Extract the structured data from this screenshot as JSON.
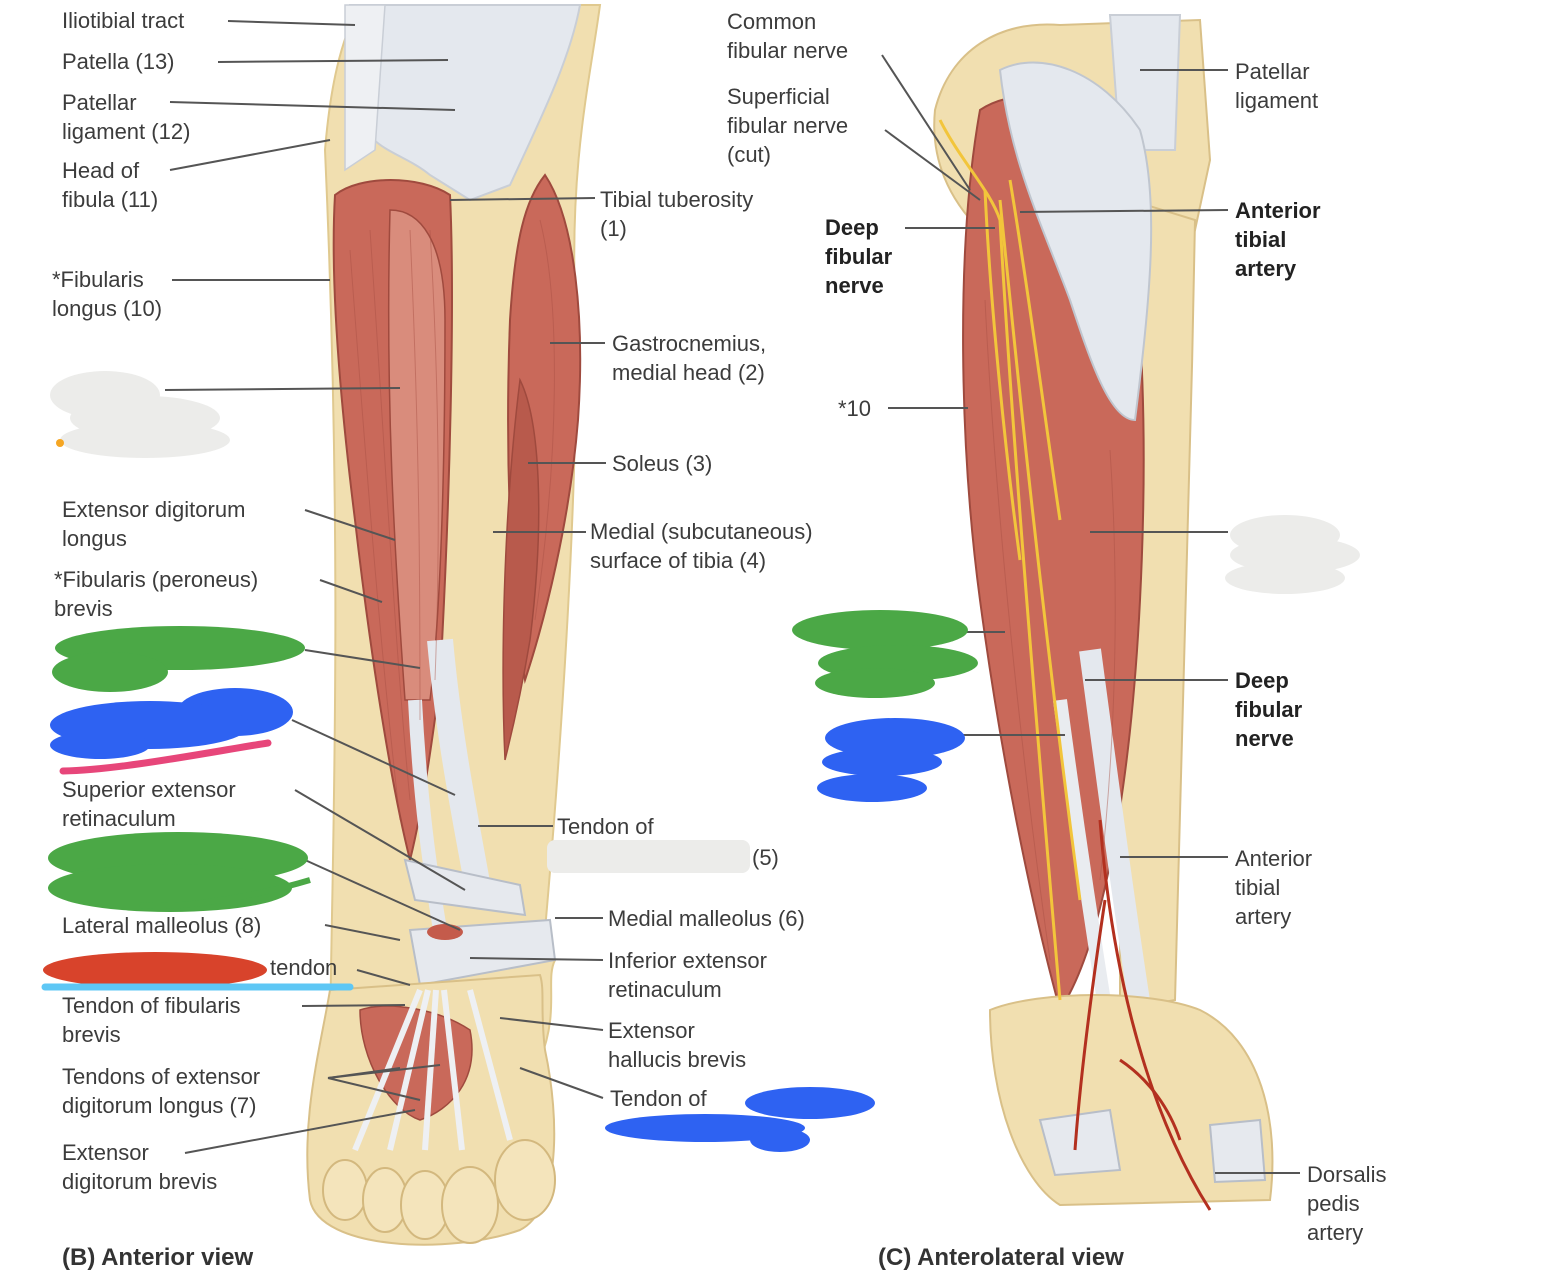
{
  "labels_left": [
    {
      "id": "iliotibial",
      "text": "Iliotibial tract"
    },
    {
      "id": "patella",
      "text": "Patella (13)"
    },
    {
      "id": "patellar-ligament",
      "text": "Patellar\nligament (12)"
    },
    {
      "id": "head-fibula",
      "text": "Head of\nfibula (11)"
    },
    {
      "id": "fibularis-longus",
      "text": "*Fibularis\nlongus (10)"
    },
    {
      "id": "edl",
      "text": "Extensor digitorum\nlongus"
    },
    {
      "id": "fib-brevis",
      "text": "*Fibularis (peroneus)\nbrevis"
    },
    {
      "id": "sup-ret",
      "text": "Superior extensor\nretinaculum"
    },
    {
      "id": "lat-mall",
      "text": "Lateral malleolus (8)"
    },
    {
      "id": "tendon-frag",
      "text": "tendon"
    },
    {
      "id": "tendon-fb",
      "text": "Tendon of fibularis\nbrevis"
    },
    {
      "id": "tendons-edl",
      "text": "Tendons of extensor\ndigitorum longus (7)"
    },
    {
      "id": "edb",
      "text": "Extensor\ndigitorum brevis"
    }
  ],
  "labels_mid": [
    {
      "id": "tib-tub",
      "text": "Tibial tuberosity\n(1)"
    },
    {
      "id": "gastro",
      "text": "Gastrocnemius,\nmedial head (2)"
    },
    {
      "id": "soleus",
      "text": "Soleus (3)"
    },
    {
      "id": "medial-surface",
      "text": "Medial (subcutaneous)\nsurface of tibia (4)"
    },
    {
      "id": "tendon-of",
      "text": "Tendon of"
    },
    {
      "id": "five",
      "text": "(5)"
    },
    {
      "id": "med-mall",
      "text": "Medial malleolus (6)"
    },
    {
      "id": "inf-ret",
      "text": "Inferior extensor\nretinaculum"
    },
    {
      "id": "ehb",
      "text": "Extensor\nhallucis brevis"
    },
    {
      "id": "tendon-of-2",
      "text": "Tendon of"
    }
  ],
  "labels_right": [
    {
      "id": "common-fib",
      "text": "Common\nfibular nerve"
    },
    {
      "id": "sup-fib",
      "text": "Superficial\nfibular nerve\n(cut)"
    },
    {
      "id": "deep-fib-1",
      "text": "Deep\nfibular\nnerve",
      "bold": true
    },
    {
      "id": "ten",
      "text": "*10"
    },
    {
      "id": "pat-lig-r",
      "text": "Patellar\nligament"
    },
    {
      "id": "ant-tib-art-1",
      "text": "Anterior\ntibial\nartery",
      "bold": true
    },
    {
      "id": "deep-fib-2",
      "text": "Deep\nfibular\nnerve",
      "bold": true
    },
    {
      "id": "ant-tib-art-2",
      "text": "Anterior\ntibial\nartery"
    },
    {
      "id": "dorsalis",
      "text": "Dorsalis\npedis\nartery"
    }
  ],
  "captions": {
    "left": "(B) Anterior view",
    "right": "(C) Anterolateral view"
  },
  "colors": {
    "muscle": "#c9695a",
    "muscle_light": "#d98c7c",
    "bone": "#f1dfb0",
    "tendon": "#e4e8ee",
    "nerve": "#f2c53b",
    "artery": "#b3301f",
    "leader": "#555555",
    "mask_grey": "#ececea",
    "mask_green": "#4ba846",
    "mask_blue": "#2e62f2",
    "mask_red": "#d8432b",
    "mark_pink": "#e7467a",
    "mark_cyan": "#5ec7f5",
    "mark_orange": "#f5a623"
  }
}
